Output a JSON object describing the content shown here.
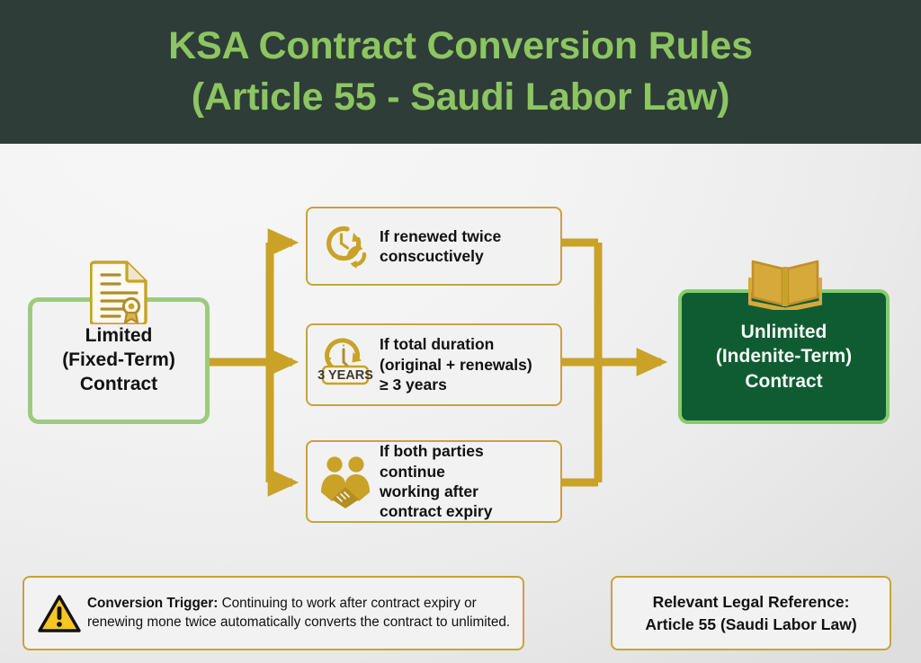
{
  "header": {
    "title_line1": "KSA Contract Conversion Rules",
    "title_line2": "(Article 55 - Saudi Labor Law)",
    "bg_color": "#2e3d38",
    "text_color": "#8cc561"
  },
  "diagram": {
    "source_node": {
      "label_line1": "Limited",
      "label_line2": "(Fixed-Term)",
      "label_line3": "Contract",
      "icon": "document-certificate-icon",
      "border_color": "#9ccb7f",
      "fill_color": "#f2f2f2"
    },
    "target_node": {
      "label_line1": "Unlimited",
      "label_line2": "(Indenite-Term)",
      "label_line3": "Contract",
      "icon": "open-book-icon",
      "border_color": "#86cc6a",
      "fill_color": "#0f5c33",
      "text_color": "#f3faf5"
    },
    "connector_color": "#c9a227",
    "conditions": [
      {
        "icon": "clock-renew-icon",
        "line1": "If renewed twice",
        "line2": "conscuctively",
        "line3": ""
      },
      {
        "icon": "clock-three-years-icon",
        "badge": "3 YEARS",
        "line1": "If total duration",
        "line2": "(original + renewals)",
        "line3": "≥ 3 years"
      },
      {
        "icon": "handshake-people-icon",
        "line1": "If both parties continue",
        "line2": "working after",
        "line3": "contract expiry"
      }
    ]
  },
  "footer": {
    "note": {
      "icon": "warning-triangle-icon",
      "label": "Conversion Trigger:",
      "body": " Continuing to work after contract expiry or renewing mone twice automatically converts the contract to unlimited.",
      "border_color": "#c8a23c"
    },
    "reference": {
      "line1": "Relevant Legal Reference:",
      "line2": "Article 55 (Saudi Labor Law)",
      "border_color": "#c8a23c"
    }
  }
}
